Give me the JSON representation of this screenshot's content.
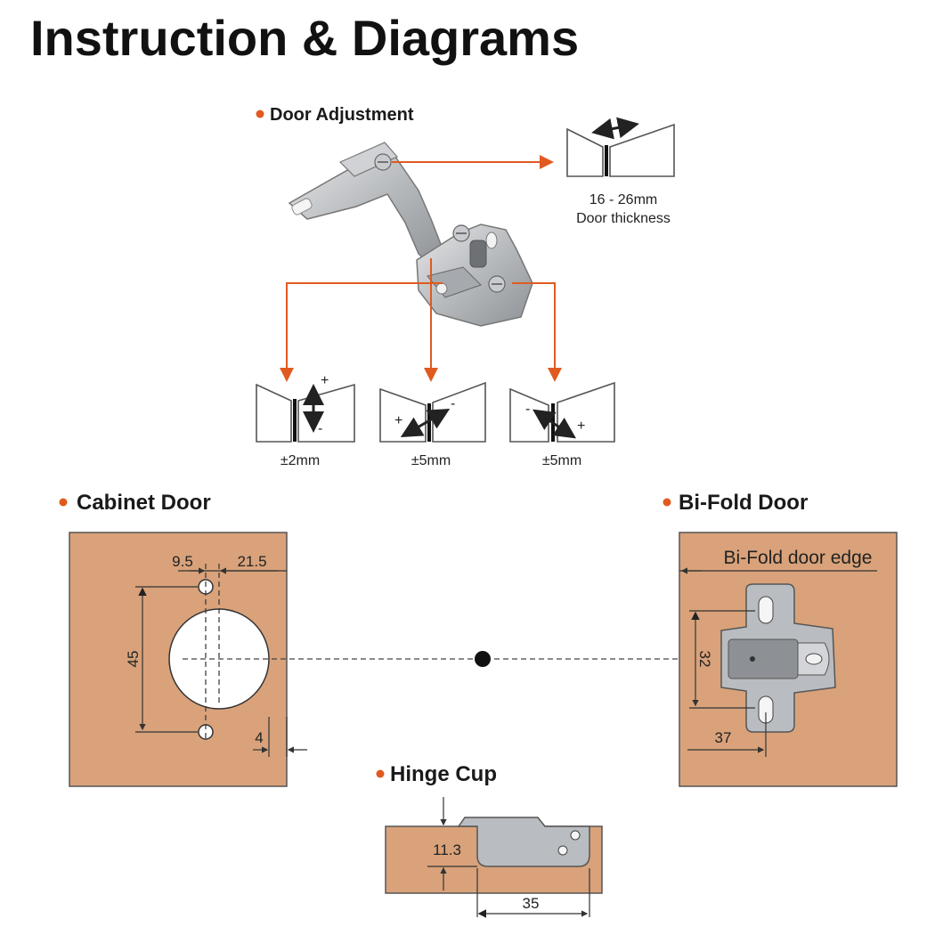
{
  "title": "Instruction & Diagrams",
  "colors": {
    "accent": "#e05a20",
    "wood": "#d9a27a",
    "metal": "#b9bcc0"
  },
  "door_adjustment": {
    "heading": "Door Adjustment",
    "thickness_range": "16 - 26mm",
    "thickness_label": "Door thickness",
    "adjustments": [
      {
        "value": "±2mm",
        "plus": "+",
        "minus": "-"
      },
      {
        "value": "±5mm",
        "plus": "+",
        "minus": "-"
      },
      {
        "value": "±5mm",
        "plus": "+",
        "minus": "-"
      }
    ]
  },
  "cabinet_door": {
    "heading": "Cabinet Door",
    "dim_a": "9.5",
    "dim_b": "21.5",
    "dim_height": "45",
    "dim_edge": "4"
  },
  "bifold_door": {
    "heading": "Bi-Fold Door",
    "edge_label": "Bi-Fold door edge",
    "dim_height": "32",
    "dim_width": "37"
  },
  "hinge_cup": {
    "heading": "Hinge Cup",
    "dim_depth": "11.3",
    "dim_diameter": "35"
  }
}
